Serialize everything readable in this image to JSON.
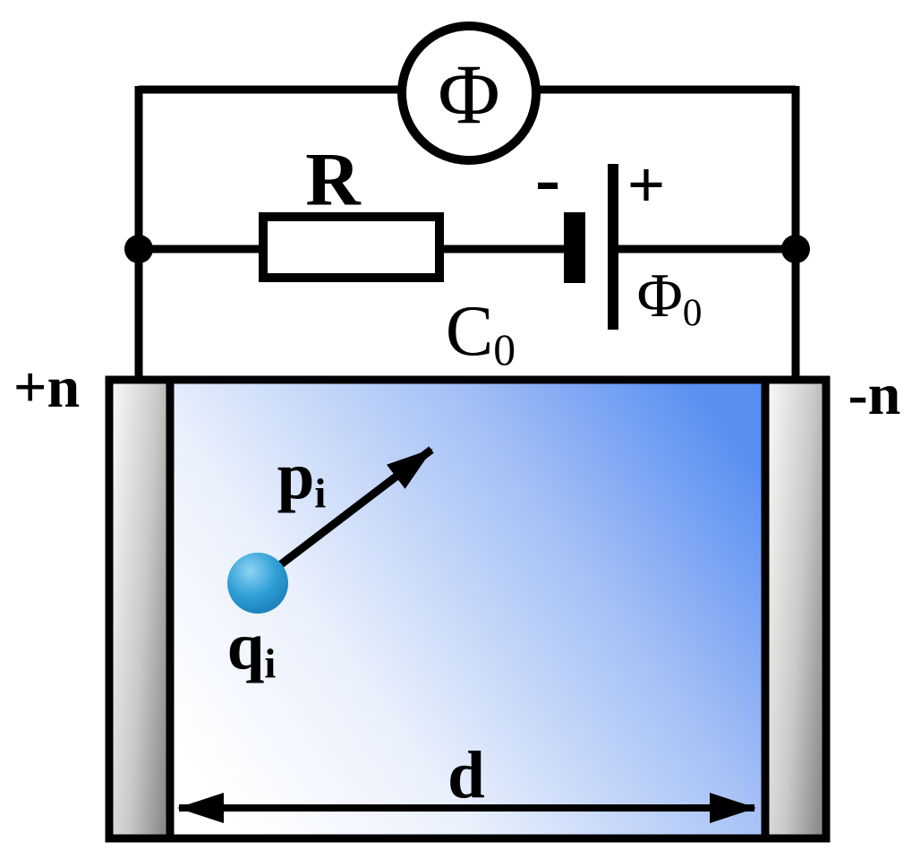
{
  "labels": {
    "meter": "Φ",
    "resistor": "R",
    "battery_minus": "-",
    "battery_plus": "+",
    "battery_emf_main": "Φ",
    "battery_emf_sub": "0",
    "capacitance_main": "C",
    "capacitance_sub": "0",
    "left_electrode": "+n",
    "right_electrode": "-n",
    "dipole_main": "p",
    "dipole_sub": "i",
    "charge_main": "q",
    "charge_sub": "i",
    "gap_distance": "d"
  },
  "colors": {
    "line": "#000000",
    "background": "#ffffff",
    "dielectric_white": "#ffffff",
    "dielectric_pale": "#e9f0fc",
    "dielectric_mid": "#a6c1f6",
    "dielectric_blue": "#5a8ff2",
    "plate_light": "#f4f4f2",
    "plate_mid": "#c9c9c7",
    "plate_dark": "#8c8c8a",
    "sphere_highlight": "#8fd4f4",
    "sphere_mid": "#2f9fd6",
    "sphere_edge": "#1474ae"
  }
}
